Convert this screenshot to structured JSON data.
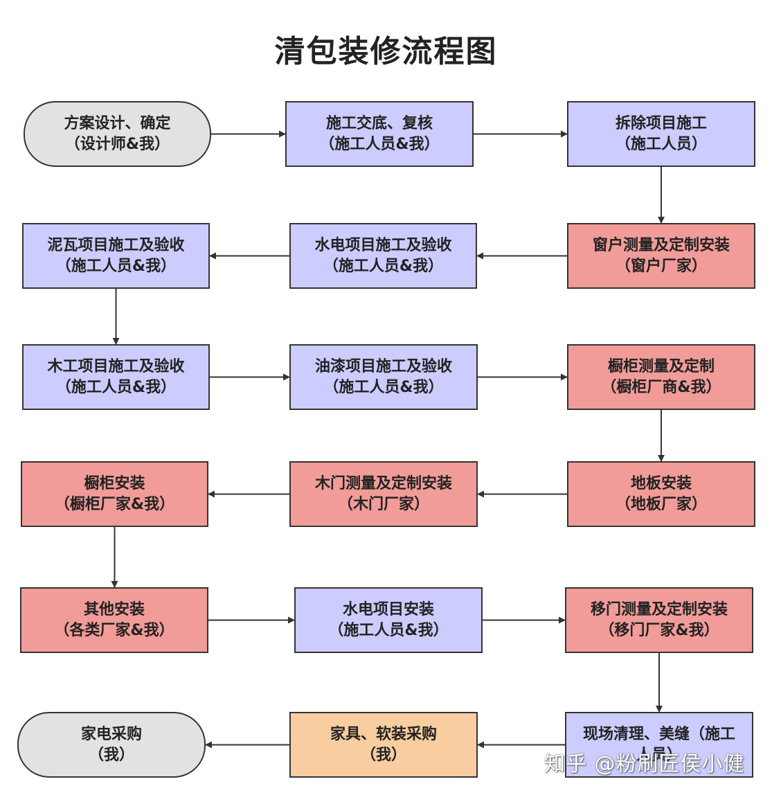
{
  "title": "清包装修流程图",
  "colors": {
    "grey": "#e2e2e2",
    "blue": "#ccccff",
    "red": "#f19c99",
    "orange": "#f8cda0",
    "stroke": "#333333"
  },
  "nodes": [
    {
      "id": "n1",
      "line1": "方案设计、确定",
      "line2": "（设计师&我）",
      "color": "grey",
      "shape": "rounded"
    },
    {
      "id": "n2",
      "line1": "施工交底、复核",
      "line2": "（施工人员&我）",
      "color": "blue",
      "shape": "rect"
    },
    {
      "id": "n3",
      "line1": "拆除项目施工",
      "line2": "（施工人员）",
      "color": "blue",
      "shape": "rect"
    },
    {
      "id": "n4",
      "line1": "窗户测量及定制安装",
      "line2": "（窗户厂家）",
      "color": "red",
      "shape": "rect"
    },
    {
      "id": "n5",
      "line1": "水电项目施工及验收",
      "line2": "（施工人员&我）",
      "color": "blue",
      "shape": "rect"
    },
    {
      "id": "n6",
      "line1": "泥瓦项目施工及验收",
      "line2": "（施工人员&我）",
      "color": "blue",
      "shape": "rect"
    },
    {
      "id": "n7",
      "line1": "木工项目施工及验收",
      "line2": "（施工人员&我）",
      "color": "blue",
      "shape": "rect"
    },
    {
      "id": "n8",
      "line1": "油漆项目施工及验收",
      "line2": "（施工人员&我）",
      "color": "blue",
      "shape": "rect"
    },
    {
      "id": "n9",
      "line1": "橱柜测量及定制",
      "line2": "（橱柜厂商&我）",
      "color": "red",
      "shape": "rect"
    },
    {
      "id": "n10",
      "line1": "地板安装",
      "line2": "（地板厂家）",
      "color": "red",
      "shape": "rect"
    },
    {
      "id": "n11",
      "line1": "木门测量及定制安装",
      "line2": "（木门厂家）",
      "color": "red",
      "shape": "rect"
    },
    {
      "id": "n12",
      "line1": "橱柜安装",
      "line2": "（橱柜厂家&我）",
      "color": "red",
      "shape": "rect"
    },
    {
      "id": "n13",
      "line1": "其他安装",
      "line2": "（各类厂家&我）",
      "color": "red",
      "shape": "rect"
    },
    {
      "id": "n14",
      "line1": "水电项目安装",
      "line2": "（施工人员&我）",
      "color": "blue",
      "shape": "rect"
    },
    {
      "id": "n15",
      "line1": "移门测量及定制安装",
      "line2": "（移门厂家&我）",
      "color": "red",
      "shape": "rect"
    },
    {
      "id": "n16",
      "line1": "现场清理、美缝（施工",
      "line2": "人员）",
      "color": "blue",
      "shape": "rect"
    },
    {
      "id": "n17",
      "line1": "家具、软装采购",
      "line2": "（我）",
      "color": "orange",
      "shape": "rect"
    },
    {
      "id": "n18",
      "line1": "家电采购",
      "line2": "（我）",
      "color": "grey",
      "shape": "rounded"
    }
  ],
  "edges": [
    [
      "n1",
      "n2"
    ],
    [
      "n2",
      "n3"
    ],
    [
      "n3",
      "n4"
    ],
    [
      "n4",
      "n5"
    ],
    [
      "n5",
      "n6"
    ],
    [
      "n6",
      "n7"
    ],
    [
      "n7",
      "n8"
    ],
    [
      "n8",
      "n9"
    ],
    [
      "n9",
      "n10"
    ],
    [
      "n10",
      "n11"
    ],
    [
      "n11",
      "n12"
    ],
    [
      "n12",
      "n13"
    ],
    [
      "n13",
      "n14"
    ],
    [
      "n14",
      "n15"
    ],
    [
      "n15",
      "n16"
    ],
    [
      "n16",
      "n17"
    ],
    [
      "n17",
      "n18"
    ]
  ],
  "watermark": "知乎 @粉刷匠侯小健"
}
